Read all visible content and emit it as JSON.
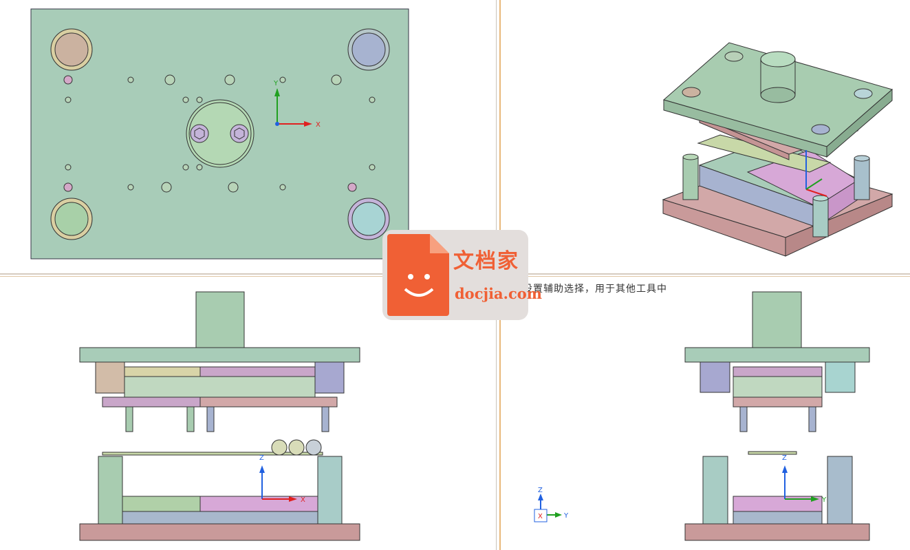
{
  "viewports": {
    "top_view": {
      "axis_x": "X",
      "axis_y": "Y"
    },
    "iso_view": {},
    "front_view": {
      "axis_z": "Z",
      "axis_x": "X"
    },
    "side_view": {
      "axis_z": "Z",
      "axis_y": "Y",
      "triad_z": "Z",
      "triad_x": "X",
      "triad_y": "Y"
    }
  },
  "hint_text": "设置辅助选择，用于其他工具中",
  "watermark": {
    "title": "文档家",
    "url": "docjia.com"
  },
  "colors": {
    "plate_green": "#a8ccb8",
    "plate_pink": "#c9a0a0",
    "plate_purple": "#c9a6c9",
    "pillar_blue": "#a7b3d0",
    "axis_x": "#e02020",
    "axis_y": "#20a020",
    "axis_z": "#2060e0",
    "watermark_orange": "#f06035"
  }
}
